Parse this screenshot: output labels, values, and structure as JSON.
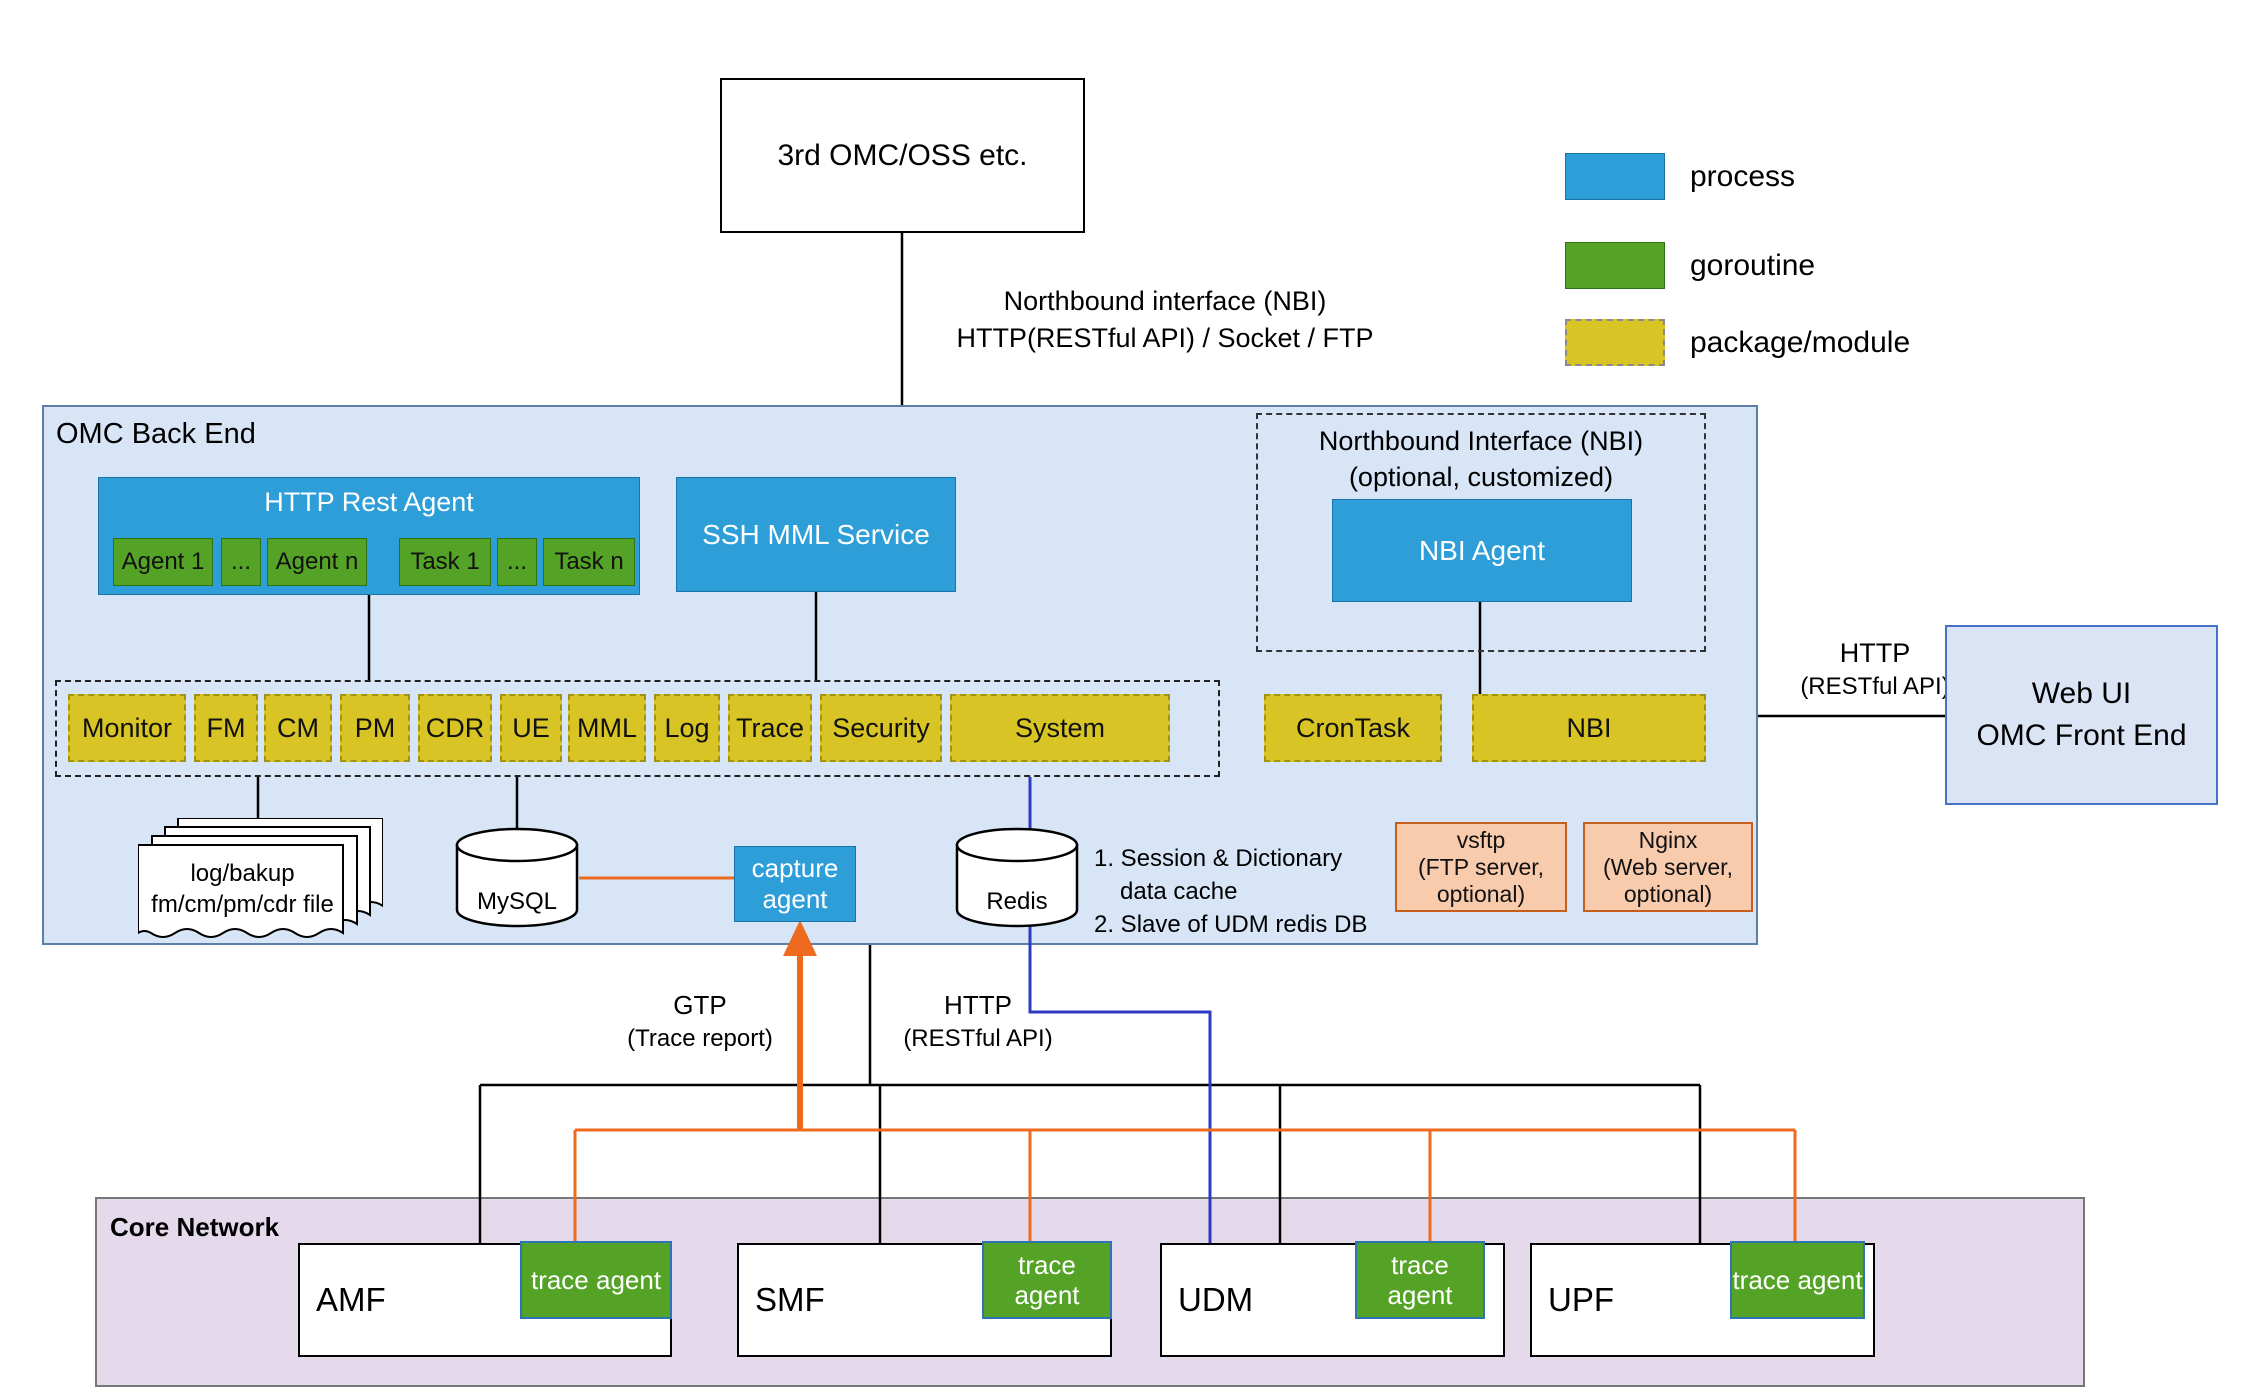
{
  "colors": {
    "process": "#2D9ED8",
    "goroutine": "#54A326",
    "package_module": "#D8C525",
    "orange_line": "#ED6A1E",
    "blue_line": "#2E3BC0",
    "backend_bg": "#D7E5F7",
    "core_bg": "#E4DAEC",
    "optional_box_bg": "#F8CBAD"
  },
  "external": {
    "third_party_label": "3rd OMC/OSS etc.",
    "nbi_caption_line1": "Northbound interface (NBI)",
    "nbi_caption_line2": "HTTP(RESTful API) / Socket / FTP"
  },
  "legend": {
    "process": "process",
    "goroutine": "goroutine",
    "package_module": "package/module"
  },
  "backend": {
    "title": "OMC Back End",
    "http_rest_agent": {
      "title": "HTTP Rest Agent",
      "items": [
        "Agent 1",
        "...",
        "Agent n",
        "Task 1",
        "...",
        "Task n"
      ]
    },
    "ssh_mml_service": "SSH MML Service",
    "nbi_group": {
      "caption_line1": "Northbound Interface (NBI)",
      "caption_line2": "(optional, customized)",
      "agent_label": "NBI  Agent"
    },
    "modules": [
      "Monitor",
      "FM",
      "CM",
      "PM",
      "CDR",
      "UE",
      "MML",
      "Log",
      "Trace",
      "Security",
      "System"
    ],
    "crontask_label": "CronTask",
    "nbi_module_label": "NBI",
    "log_files": {
      "line1": "log/bakup",
      "line2": "fm/cm/pm/cdr file"
    },
    "mysql_label": "MySQL",
    "capture_agent_label": "capture agent",
    "redis_label": "Redis",
    "redis_note": {
      "line1": "1. Session & Dictionary",
      "line2": "data cache",
      "line3": "2. Slave of UDM redis DB"
    },
    "vsftp": {
      "line1": "vsftp",
      "line2": "(FTP server,",
      "line3": "optional)"
    },
    "nginx": {
      "line1": "Nginx",
      "line2": "(Web server,",
      "line3": "optional)"
    }
  },
  "webui": {
    "line1": "Web UI",
    "line2": "OMC Front End"
  },
  "edge_labels": {
    "webui_http_line1": "HTTP",
    "webui_http_line2": "(RESTful API)",
    "gtp_line1": "GTP",
    "gtp_line2": "(Trace report)",
    "core_http_line1": "HTTP",
    "core_http_line2": "(RESTful API)"
  },
  "core_network": {
    "title": "Core Network",
    "nfs": [
      {
        "name": "AMF",
        "agent": "trace agent"
      },
      {
        "name": "SMF",
        "agent": "trace agent"
      },
      {
        "name": "UDM",
        "agent": "trace agent"
      },
      {
        "name": "UPF",
        "agent": "trace agent"
      }
    ]
  }
}
